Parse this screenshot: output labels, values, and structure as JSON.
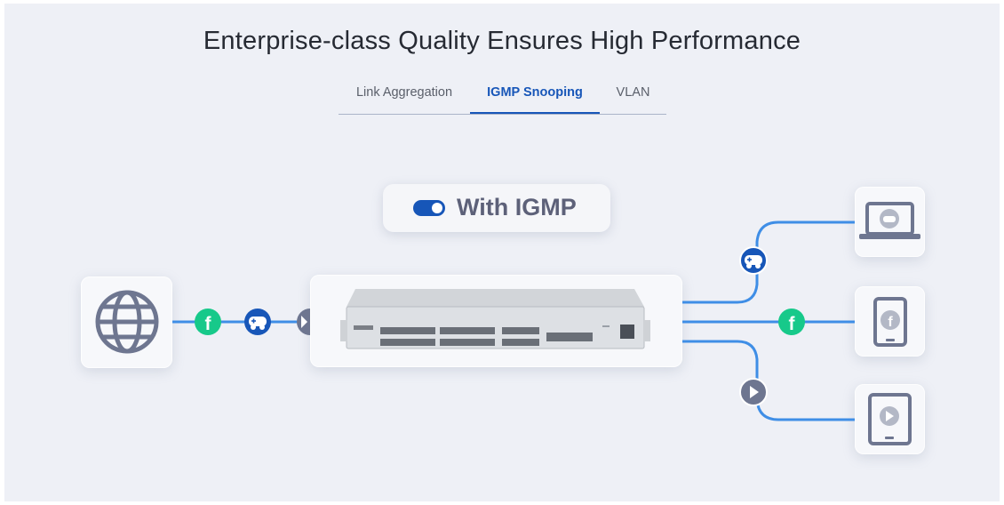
{
  "page": {
    "title": "Enterprise-class Quality Ensures High Performance"
  },
  "tabs": [
    {
      "label": "Link Aggregation",
      "active": false
    },
    {
      "label": "IGMP Snooping",
      "active": true
    },
    {
      "label": "VLAN",
      "active": false
    }
  ],
  "toggle": {
    "label": "With IGMP",
    "on": true
  },
  "diagram": {
    "source": "globe-icon",
    "switch": "network-switch",
    "flows_in": [
      "facebook-icon",
      "gamepad-icon",
      "play-icon"
    ],
    "devices": [
      {
        "icon": "laptop-icon",
        "content": "gamepad-icon"
      },
      {
        "icon": "phone-icon",
        "content": "facebook-icon"
      },
      {
        "icon": "tablet-icon",
        "content": "play-icon"
      }
    ]
  },
  "colors": {
    "accent": "#1756b8",
    "line_blue": "#3f8ee6",
    "facebook_green": "#17c98a",
    "icon_gray": "#6e7690"
  }
}
